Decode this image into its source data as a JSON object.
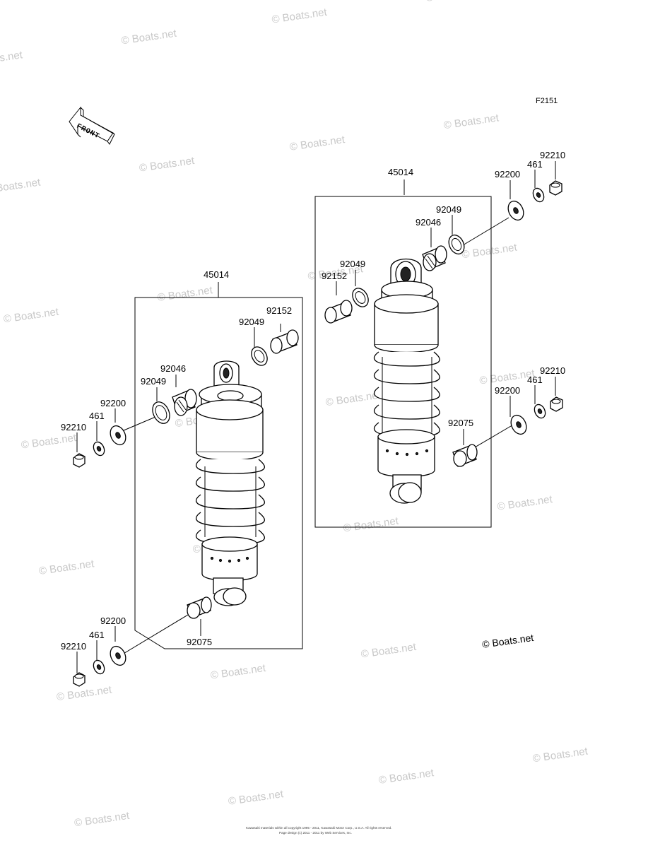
{
  "figure_number": "F2151",
  "front_indicator": "FRONT",
  "watermark_text": "© Boats.net",
  "copyright_mark": "© Boats.net",
  "footer_line_1": "Kawasaki materials within all copyright 1995 - 2011, Kawasaki Motor Corp., U.S.A. All rights reserved.",
  "footer_line_2": "Page design (c) 2011 - 2011 by Web Services, Inc.",
  "left_assembly": {
    "assembly_label": "45014",
    "upper_mount": {
      "collar": "92152",
      "oil_seal": "92049",
      "bearing": "92046",
      "oil_seal_2": "92049",
      "washer": "92200",
      "lock_washer": "461",
      "nut": "92210"
    },
    "lower_mount": {
      "collar": "92075",
      "washer": "92200",
      "lock_washer": "461",
      "nut": "92210"
    }
  },
  "right_assembly": {
    "assembly_label": "45014",
    "upper_mount": {
      "oil_seal": "92049",
      "bearing": "92046",
      "oil_seal_2": "92049",
      "collar": "92152",
      "washer": "92200",
      "lock_washer": "461",
      "nut": "92210"
    },
    "lower_mount": {
      "collar": "92075",
      "washer": "92200",
      "lock_washer": "461",
      "nut": "92210"
    }
  }
}
